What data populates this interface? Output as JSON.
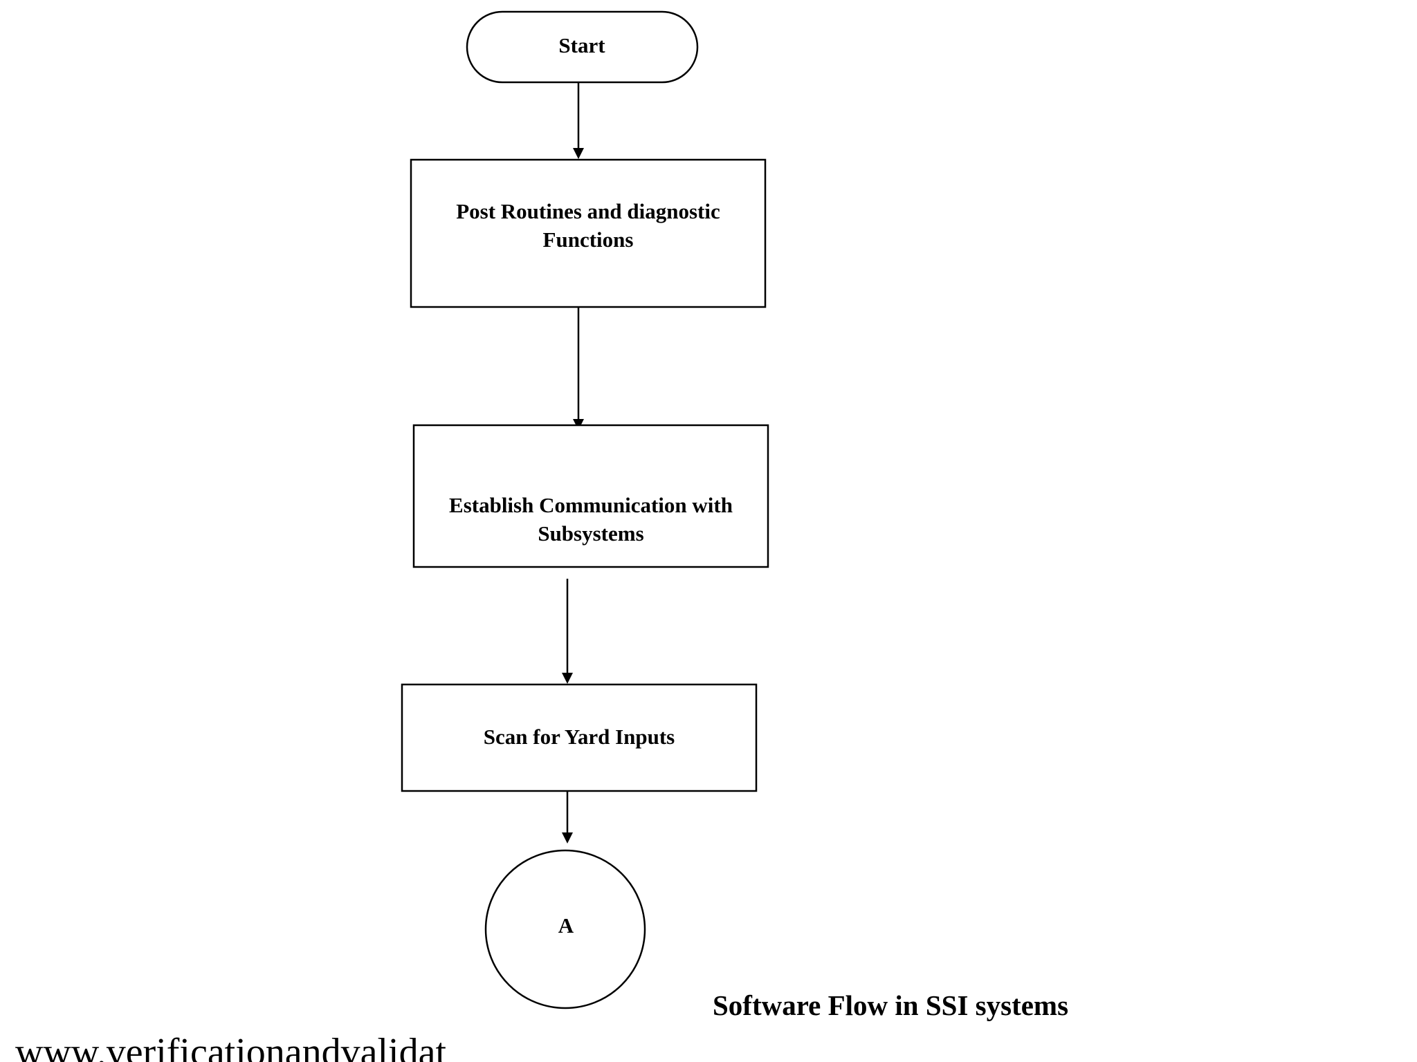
{
  "flowchart": {
    "nodes": {
      "start": {
        "shape": "terminator",
        "lines": [
          "Start"
        ]
      },
      "post": {
        "shape": "process",
        "lines": [
          "Post Routines and diagnostic",
          "Functions"
        ]
      },
      "establish": {
        "shape": "process",
        "lines": [
          "Establish Communication with",
          "Subsystems"
        ]
      },
      "scan": {
        "shape": "process",
        "lines": [
          "Scan for Yard Inputs"
        ]
      },
      "connector": {
        "shape": "connector",
        "lines": [
          "A"
        ]
      }
    },
    "edges": [
      {
        "from": "Start",
        "to": "Post Routines and diagnostic Functions"
      },
      {
        "from": "Post Routines and diagnostic Functions",
        "to": "Establish Communication with Subsystems"
      },
      {
        "from": "Establish Communication with Subsystems",
        "to": "Scan for Yard Inputs"
      },
      {
        "from": "Scan for Yard Inputs",
        "to": "A"
      }
    ]
  },
  "caption": "Software Flow in SSI systems",
  "footer_url": "www.verificationandvalidat"
}
